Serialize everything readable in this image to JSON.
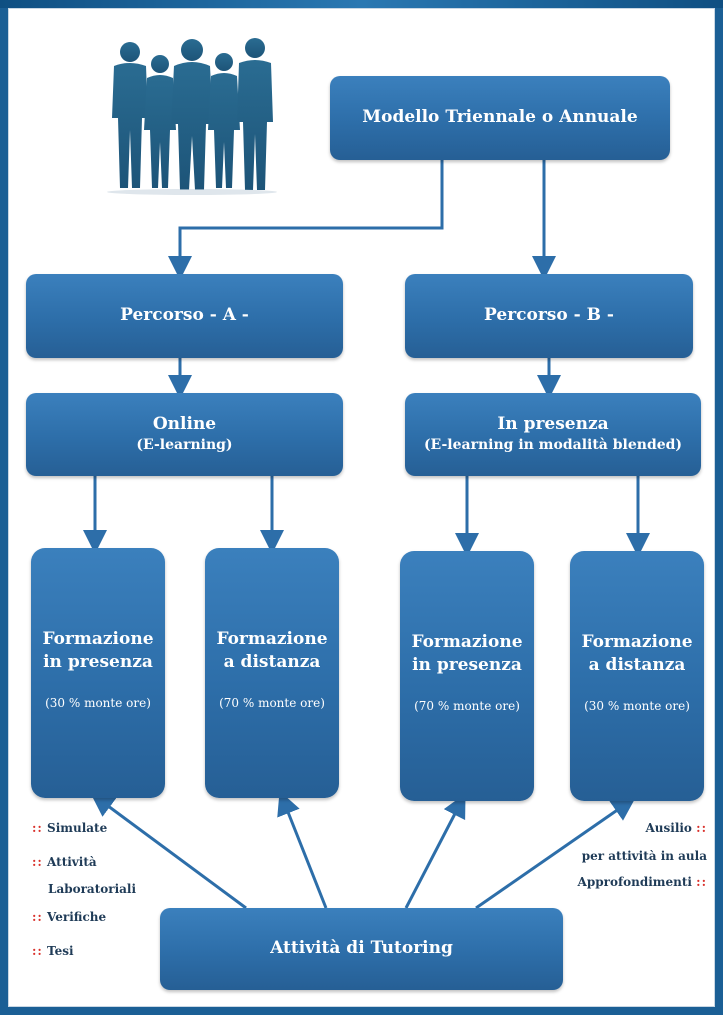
{
  "colors": {
    "background": "#1b5f95",
    "box": "#2d6ea9",
    "arrow": "#2d6ea9",
    "bullet": "#d9302a"
  },
  "illustration": "people-silhouettes-icon",
  "top_box": {
    "label": "Modello Triennale o Annuale"
  },
  "percorso_a": {
    "label": "Percorso - A -"
  },
  "percorso_b": {
    "label": "Percorso - B -"
  },
  "online": {
    "title": "Online",
    "subtitle": "(E-learning)"
  },
  "in_presenza": {
    "title": "In presenza",
    "subtitle": "(E-learning in modalità blended)"
  },
  "cards": [
    {
      "line1": "Formazione",
      "line2": "in presenza",
      "pct": "(30 % monte ore)"
    },
    {
      "line1": "Formazione",
      "line2": "a distanza",
      "pct": "(70 % monte ore)"
    },
    {
      "line1": "Formazione",
      "line2": "in presenza",
      "pct": "(70 % monte ore)"
    },
    {
      "line1": "Formazione",
      "line2": "a distanza",
      "pct": "(30 % monte ore)"
    }
  ],
  "bullet_symbol": "::",
  "left_notes": [
    "Simulate",
    "Attività",
    "Laboratoriali",
    "Verifiche",
    "Tesi"
  ],
  "right_notes": [
    "Ausilio",
    "per attività in aula",
    "Approfondimenti"
  ],
  "tutoring": {
    "label": "Attività di Tutoring"
  }
}
